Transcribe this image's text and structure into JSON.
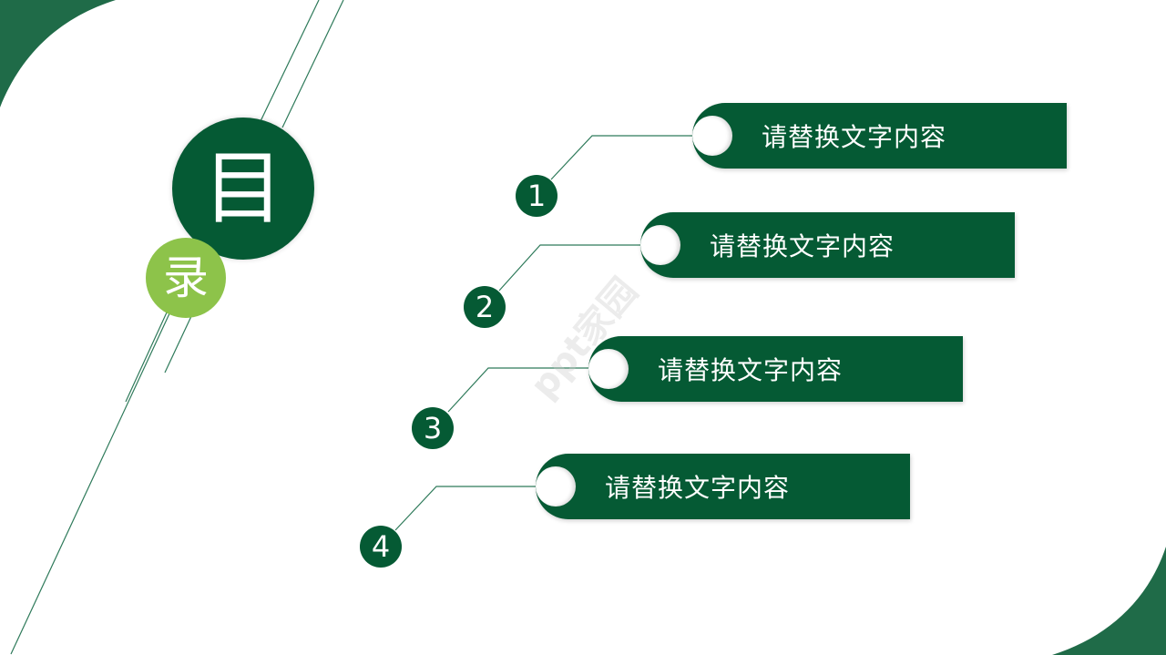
{
  "title": {
    "char1": "目",
    "char2": "录"
  },
  "colors": {
    "dark_green": "#055a34",
    "corner_green": "#1f6b48",
    "light_green": "#8dc34a",
    "line_green": "#2e7a5a"
  },
  "items": [
    {
      "number": "1",
      "label": "请替换文字内容"
    },
    {
      "number": "2",
      "label": "请替换文字内容"
    },
    {
      "number": "3",
      "label": "请替换文字内容"
    },
    {
      "number": "4",
      "label": "请替换文字内容"
    }
  ],
  "watermark": "ppt家园"
}
